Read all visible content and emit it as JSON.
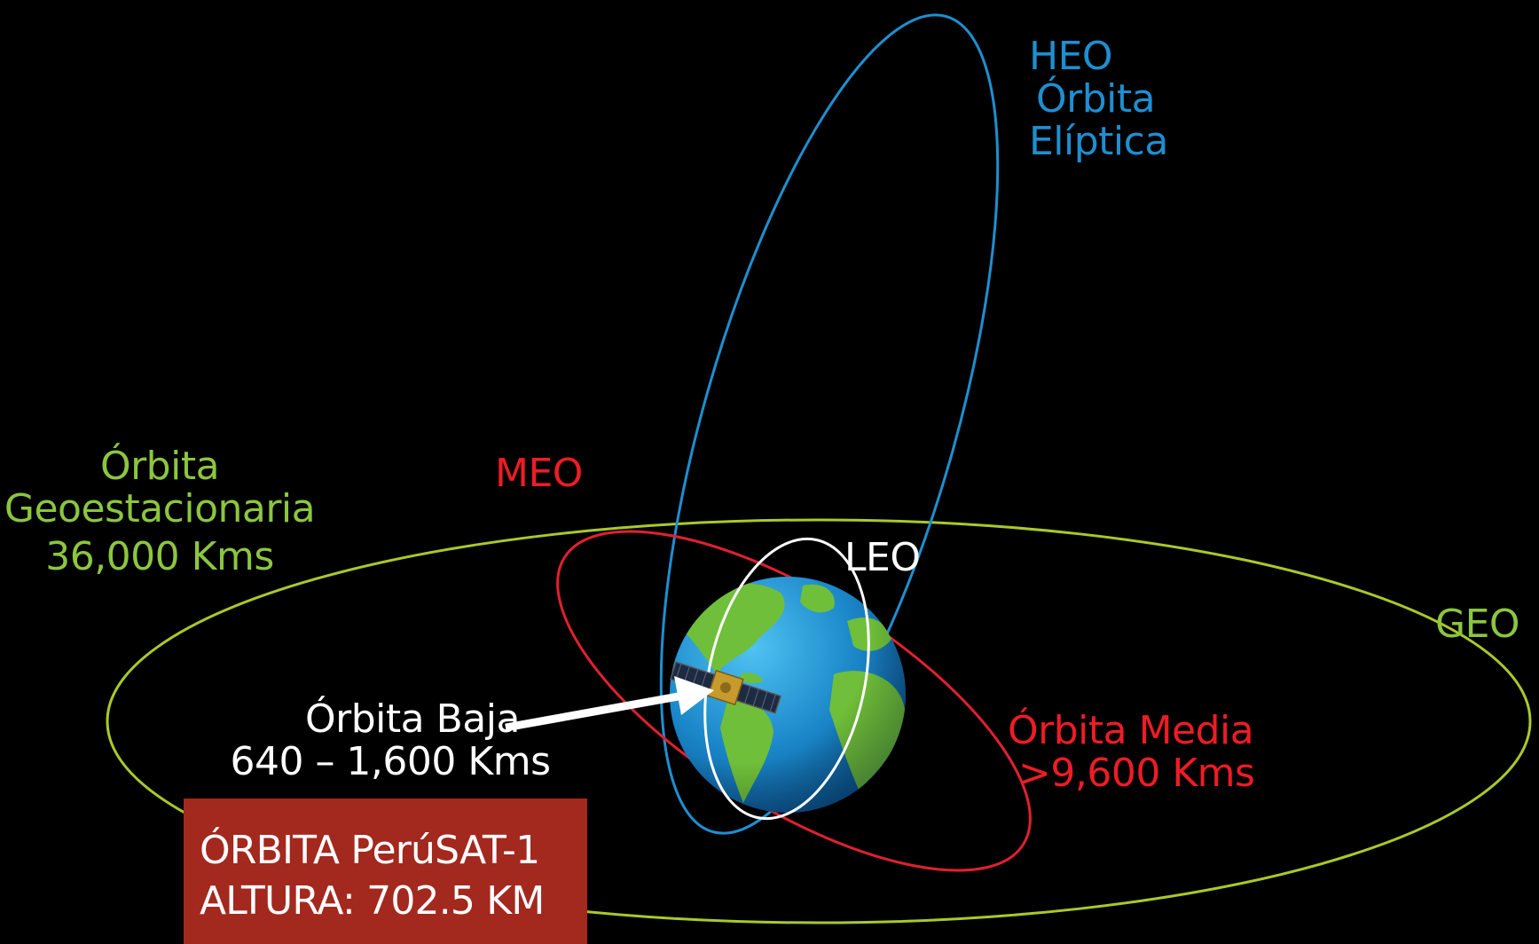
{
  "colors": {
    "background": "#000000",
    "heo": "#1e8fd0",
    "geo": "#8cc63f",
    "meo": "#ee1c25",
    "leo": "#ffffff",
    "info_box": "#a3281e",
    "ocean": "#1a86c8",
    "land": "#6fbf3a"
  },
  "labels": {
    "heo": [
      "HEO",
      "Órbita",
      "Elíptica"
    ],
    "geo_desc": [
      "Órbita",
      "Geoestacionaria",
      "36,000 Kms"
    ],
    "geo_short": "GEO",
    "meo_short": "MEO",
    "meo_desc": [
      "Órbita Media",
      ">9,600 Kms"
    ],
    "leo_short": "LEO",
    "leo_desc": [
      "Órbita Baja",
      "640 – 1,600 Kms"
    ]
  },
  "info_box": {
    "lines": [
      "ÓRBITA PerúSAT-1",
      "ALTURA: 702.5 KM"
    ]
  },
  "icons": {
    "earth": "earth-globe-icon",
    "satellite": "satellite-icon",
    "arrow": "arrow-right-icon"
  }
}
